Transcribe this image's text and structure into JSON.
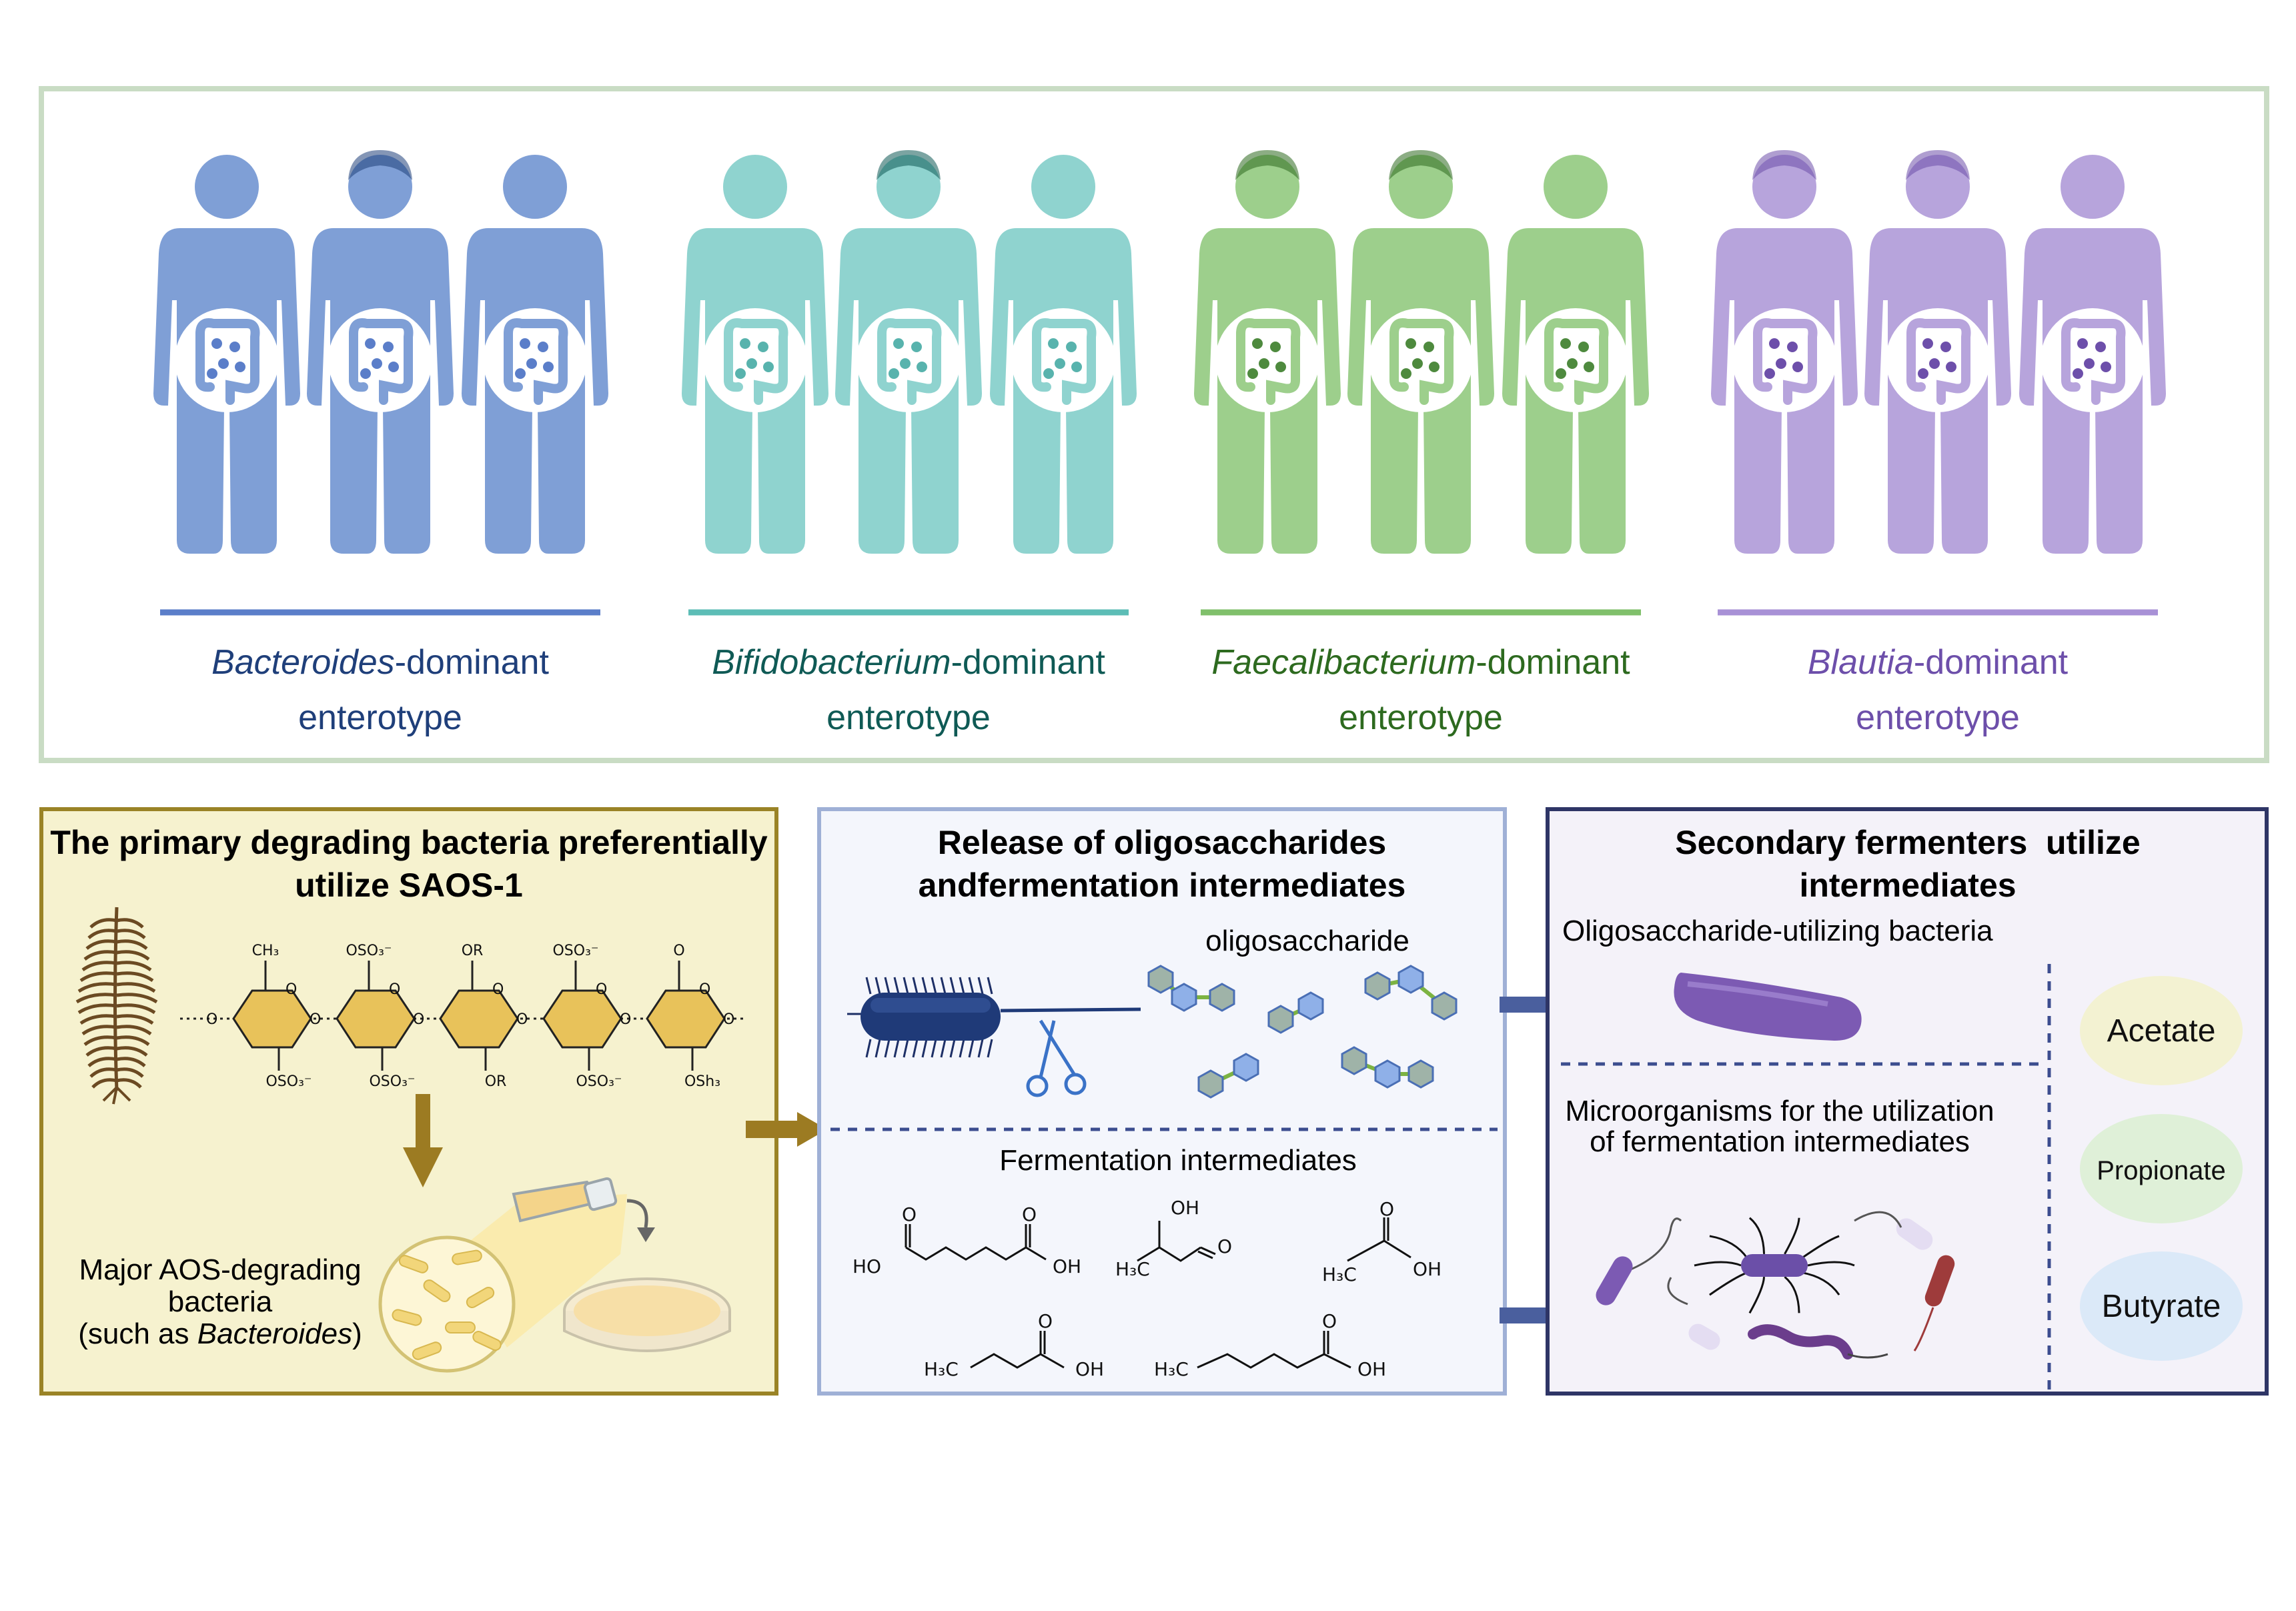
{
  "enterotypes": [
    {
      "genus": "Bacteroides",
      "suffix": "-dominant",
      "line2": "enterotype",
      "color": "#7f9fd6",
      "dark": "#1f3f7a",
      "bar": "#5b7ec9",
      "organ": "#5b7ec9"
    },
    {
      "genus": "Bifidobacterium",
      "suffix": "-dominant",
      "line2": "enterotype",
      "color": "#8fd3cf",
      "dark": "#0f5a55",
      "bar": "#5cbdb6",
      "organ": "#58b3ad"
    },
    {
      "genus": "Faecalibacterium",
      "suffix": "-dominant",
      "line2": "enterotype",
      "color": "#9dcf8c",
      "dark": "#2d6a1f",
      "bar": "#80c06b",
      "organ": "#4e8a3e"
    },
    {
      "genus": "Blautia",
      "suffix": "-dominant",
      "line2": "enterotype",
      "color": "#b7a4dc",
      "dark": "#6d4faa",
      "bar": "#a891d6",
      "organ": "#6d4faa"
    }
  ],
  "panel1": {
    "title_line1": "The primary degrading bacteria preferentially",
    "title_line2": "utilize SAOS-1",
    "chem_labels": {
      "ch3": "CH₃",
      "oso3": "OSO₃⁻",
      "or": "OR",
      "osh3": "OSh₃",
      "o": "O"
    },
    "aos_text_line1": "Major AOS-degrading",
    "aos_text_line2": "bacteria",
    "aos_text_line3_pre": "(such as ",
    "aos_text_line3_italic": "Bacteroides",
    "aos_text_line3_post": ")"
  },
  "panel2": {
    "title_line1": "Release of oligosaccharides",
    "title_line2": "andfermentation intermediates",
    "oligo_label": "oligosaccharide",
    "ferment_label": "Fermentation intermediates",
    "chem_labels": {
      "o": "O",
      "ho": "HO",
      "oh": "OH",
      "h3c": "H₃C"
    }
  },
  "panel3": {
    "title_line1": "Secondary fermenters  utilize",
    "title_line2": "intermediates",
    "oligo_bacteria": "Oligosaccharide-utilizing bacteria",
    "micro_line1": "Microorganisms for the utilization",
    "micro_line2": "of fermentation intermediates",
    "scfa": [
      {
        "label": "Acetate",
        "fill": "#f3f2d2"
      },
      {
        "label": "Propionate",
        "fill": "#dff0d8"
      },
      {
        "label": "Butyrate",
        "fill": "#dbe9f8"
      }
    ]
  },
  "colors": {
    "top_border": "#c9dcc4",
    "p1_bg": "#f6f2cf",
    "p1_border": "#9a8326",
    "p2_bg": "#f4f6fc",
    "p2_border": "#9fb0d6",
    "p3_bg": "#f4f2f9",
    "p3_border": "#2e3566",
    "arrow_gold": "#9c7b22",
    "arrow_blue": "#4a5f9e"
  }
}
